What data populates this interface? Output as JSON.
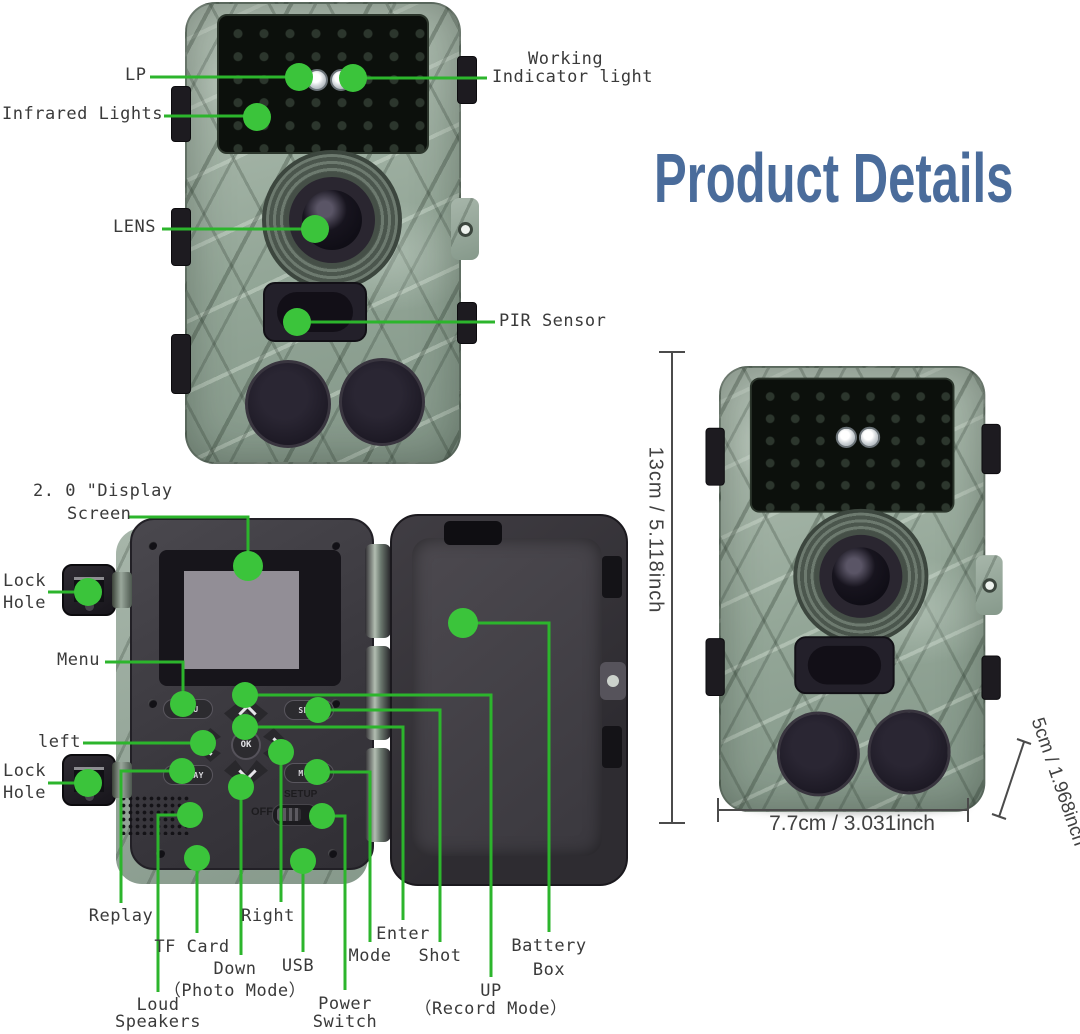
{
  "title": "Product Details",
  "colors": {
    "accent_green": "#2cb52c",
    "dot_green": "#3bc43b",
    "title_blue": "#4a6c9b",
    "dim_gray": "#4b4b4b"
  },
  "front_labels": {
    "lp": "LP",
    "infrared": "Infrared Lights",
    "lens": "LENS",
    "pir": "PIR Sensor",
    "working": [
      "Working",
      "Indicator light"
    ]
  },
  "open_labels": {
    "display": [
      "2. 0 \"Display",
      "Screen"
    ],
    "lock_top": [
      "Lock",
      "Hole"
    ],
    "menu": "Menu",
    "left": "left",
    "lock_bottom": [
      "Lock",
      "Hole"
    ]
  },
  "device_buttons": {
    "menu": "MENU",
    "shot": "SHOT",
    "replay": "REPLAY",
    "mode": "MODE",
    "ok": "OK",
    "setup": "SETUP",
    "off": "OFF",
    "usb": "USB"
  },
  "bottom_labels": {
    "replay": "Replay",
    "tf_card": "TF Card",
    "down": [
      "Down",
      "（Photo Mode）"
    ],
    "loud": [
      "Loud",
      "Speakers"
    ],
    "right": "Right",
    "usb": "USB",
    "power": [
      "Power",
      "Switch"
    ],
    "mode": "Mode",
    "enter": "Enter",
    "shot": "Shot",
    "up": [
      "UP",
      "（Record Mode）"
    ],
    "battery": [
      "Battery",
      "Box"
    ]
  },
  "dimensions": {
    "height": "13cm / 5.118inch",
    "width": "7.7cm / 3.031inch",
    "depth": "5cm / 1.968inch"
  }
}
